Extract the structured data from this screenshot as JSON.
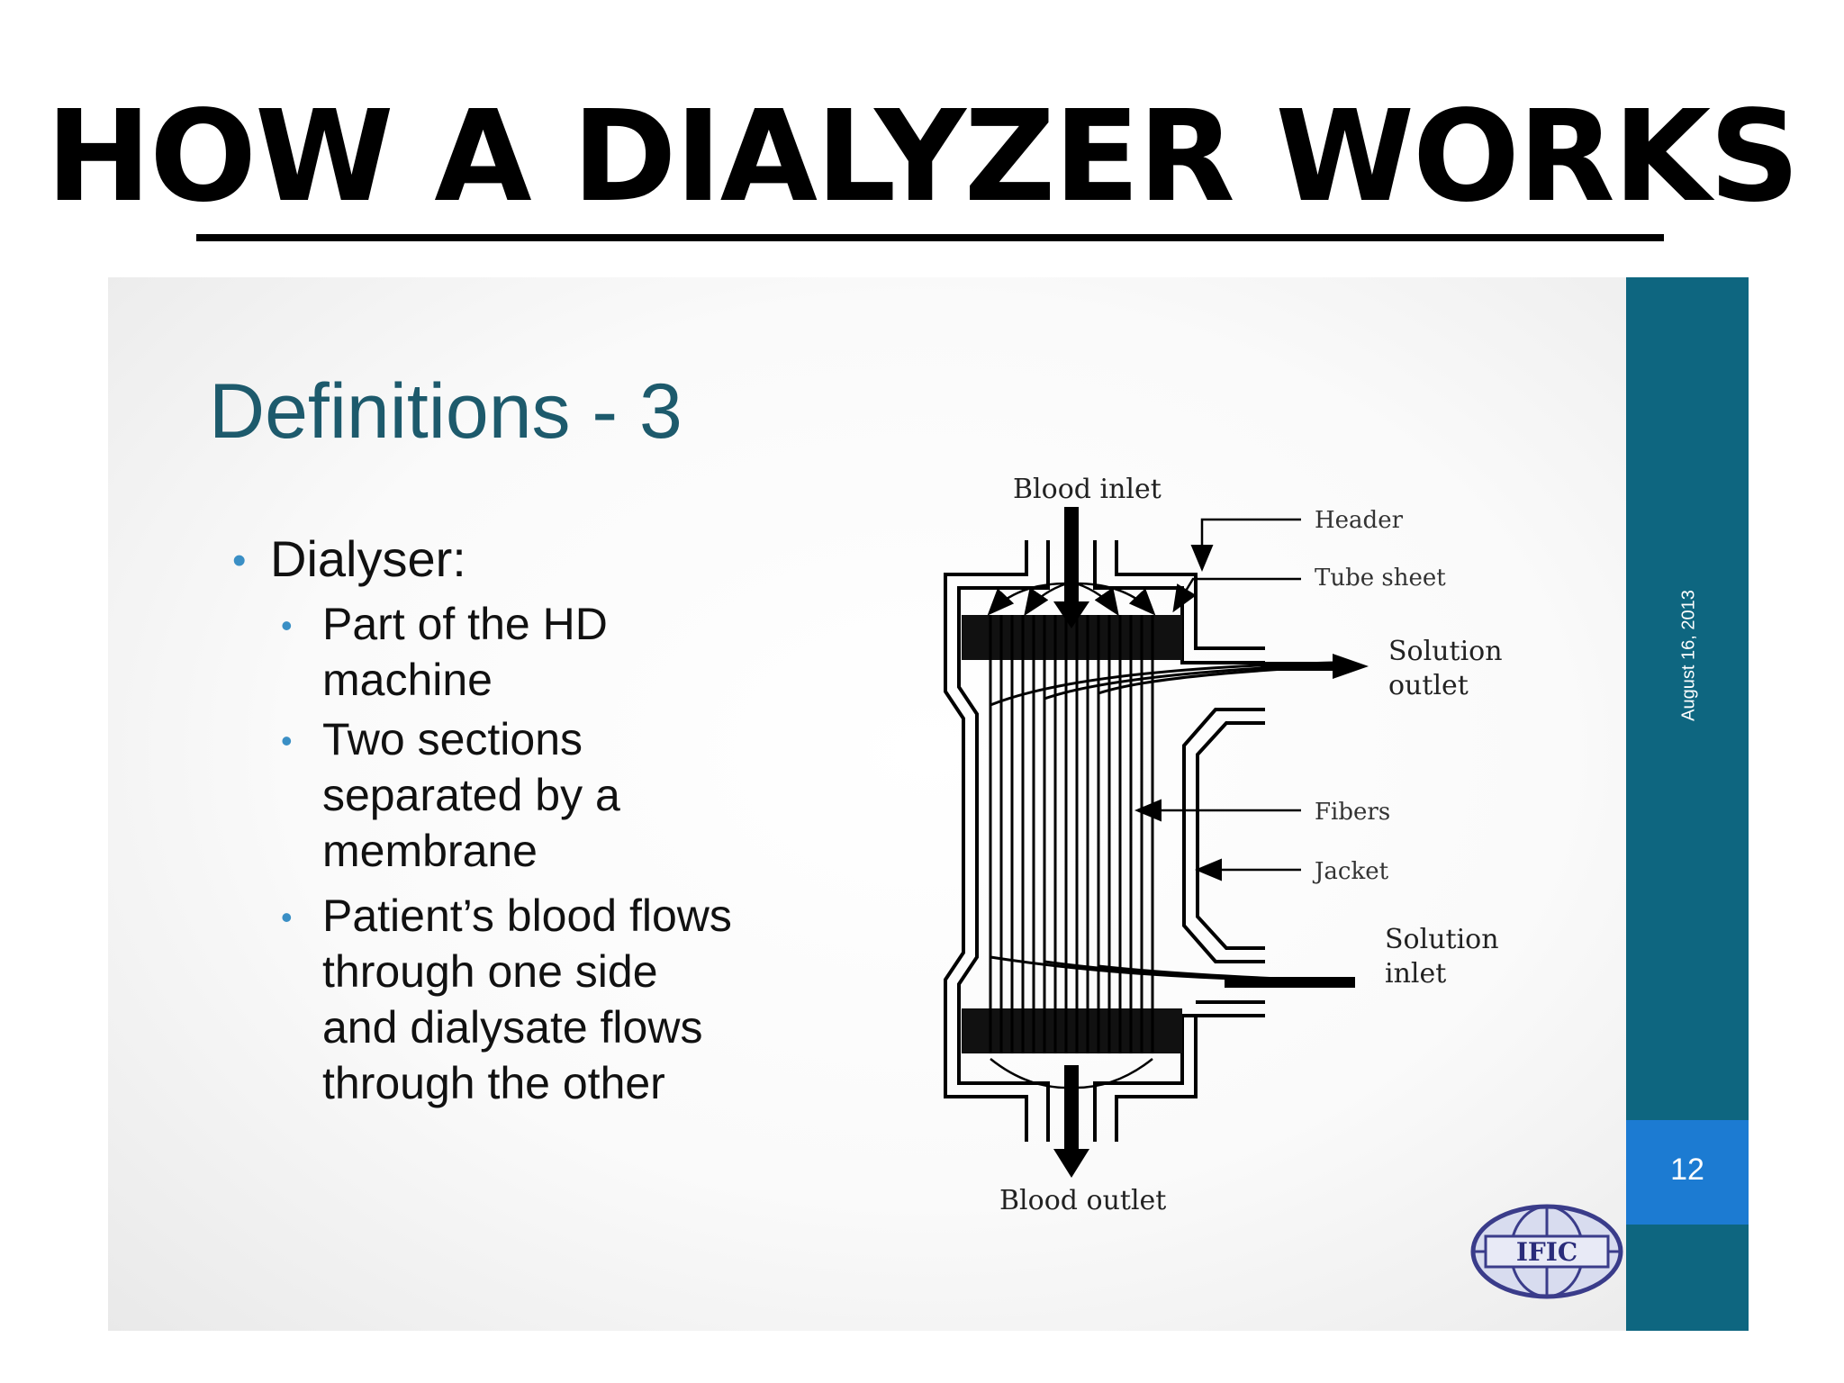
{
  "page": {
    "title": "HOW A DIALYZER WORKS"
  },
  "slide": {
    "heading": "Definitions - 3",
    "bullet_main": "Dialyser:",
    "sub_bullets": [
      {
        "lines": [
          "Part of the HD",
          "machine"
        ]
      },
      {
        "lines": [
          "Two sections",
          "separated by a",
          "membrane"
        ]
      },
      {
        "lines": [
          "Patient’s blood flows",
          "through one side",
          "and dialysate flows",
          "through the other"
        ]
      }
    ],
    "sidebar_date": "August 16, 2013",
    "page_number": "12",
    "logo_text": "IFIC"
  },
  "diagram": {
    "labels": {
      "blood_inlet": "Blood inlet",
      "header": "Header",
      "tube_sheet": "Tube sheet",
      "solution_outlet_1": "Solution",
      "solution_outlet_2": "outlet",
      "fibers": "Fibers",
      "jacket": "Jacket",
      "solution_inlet_1": "Solution",
      "solution_inlet_2": "inlet",
      "blood_outlet": "Blood outlet"
    }
  },
  "colors": {
    "heading": "#1d5a6c",
    "sidebar": "#0e6680",
    "page_box": "#1c7bd2",
    "bullet": "#3a8fc5"
  }
}
